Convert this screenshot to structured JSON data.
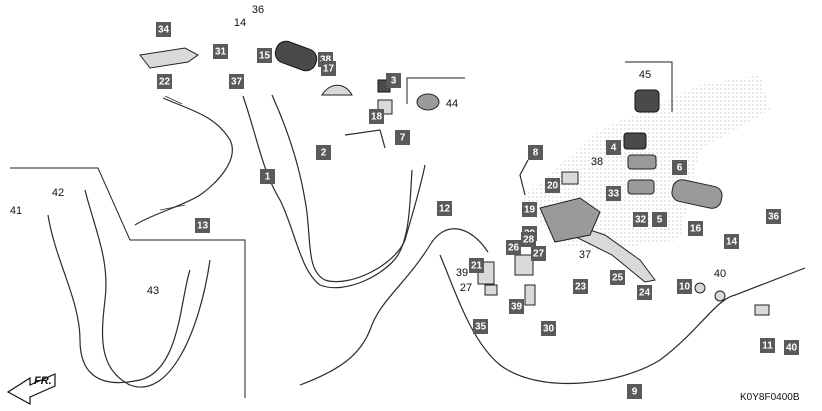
{
  "diagram": {
    "code": "K0Y8F0400B",
    "direction_label": "FR.",
    "boxed_callouts": [
      "34",
      "31",
      "22",
      "37",
      "15",
      "38",
      "17",
      "3",
      "18",
      "7",
      "2",
      "1",
      "13",
      "4",
      "6",
      "20",
      "33",
      "32",
      "5",
      "16",
      "14",
      "36",
      "19",
      "8",
      "29",
      "28",
      "26",
      "21",
      "27",
      "25",
      "23",
      "24",
      "35",
      "39",
      "30",
      "10",
      "11",
      "40",
      "12",
      "9"
    ],
    "plain_callouts": [
      "36",
      "14",
      "44",
      "45",
      "38",
      "42",
      "41",
      "43",
      "37",
      "39",
      "27",
      "40"
    ]
  }
}
